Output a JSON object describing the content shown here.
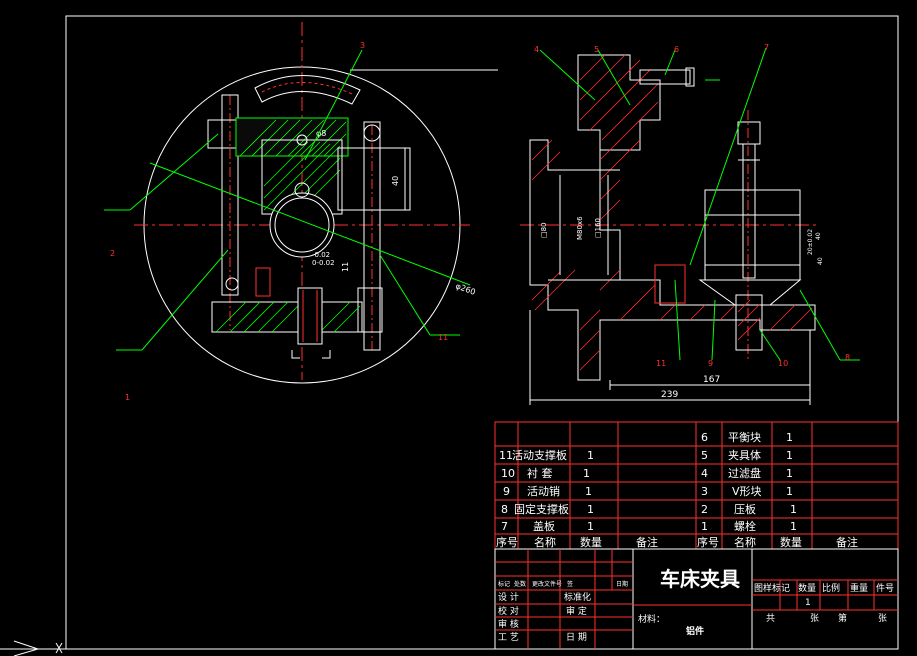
{
  "main_title": "车床夹具",
  "material_label": "材料：",
  "material_value": "铝件",
  "view_left": {
    "dims": [
      "40",
      "-0.02",
      "0-0.02",
      "11",
      "φ260"
    ],
    "callouts": [
      "1",
      "2",
      "3",
      "11"
    ],
    "hole_label": "φ8"
  },
  "view_right": {
    "dims": [
      "167",
      "239",
      "□80",
      "M80x6",
      "□160",
      "40",
      "20±0.02",
      "40"
    ],
    "callouts": [
      "4",
      "5",
      "6",
      "7",
      "8",
      "9",
      "10",
      "11"
    ]
  },
  "parts_left": [
    {
      "no": "11",
      "name": "活动支撑板",
      "qty": "1"
    },
    {
      "no": "10",
      "name": "衬 套",
      "qty": "1"
    },
    {
      "no": "9",
      "name": "活动销",
      "qty": "1"
    },
    {
      "no": "8",
      "name": "固定支撑板",
      "qty": "1"
    },
    {
      "no": "7",
      "name": "盖板",
      "qty": "1"
    }
  ],
  "parts_right": [
    {
      "no": "6",
      "name": "平衡块",
      "qty": "1"
    },
    {
      "no": "5",
      "name": "夹具体",
      "qty": "1"
    },
    {
      "no": "4",
      "name": "过滤盘",
      "qty": "1"
    },
    {
      "no": "3",
      "name": "V形块",
      "qty": "1"
    },
    {
      "no": "2",
      "name": "压板",
      "qty": "1"
    },
    {
      "no": "1",
      "name": "螺栓",
      "qty": "1"
    }
  ],
  "parts_header": {
    "no": "序号",
    "name": "名称",
    "qty": "数量",
    "note": "备注"
  },
  "title_block": {
    "rev_row": [
      "标记",
      "处数",
      "更改文件号",
      "签",
      "日期"
    ],
    "roles": [
      "设 计",
      "校 对",
      "审 核",
      "工 艺"
    ],
    "roles2": [
      "标准化",
      "审 定",
      "日 期"
    ],
    "right_header": [
      "图样标记",
      "数量",
      "比例",
      "重量",
      "件号"
    ],
    "scale": "1",
    "sheet": [
      "共",
      "张",
      "第",
      "张"
    ]
  }
}
